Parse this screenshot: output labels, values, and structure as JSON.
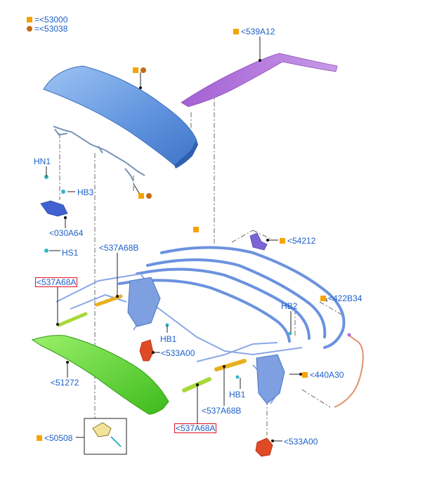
{
  "legend": [
    {
      "marker": "square",
      "text": "=<53000"
    },
    {
      "marker": "circle",
      "text": "=<53038"
    }
  ],
  "callouts": {
    "c539A12": "<539A12",
    "hn1": "HN1",
    "hb3": "HB3",
    "c030A64": "<030A64",
    "hs1": "HS1",
    "c537A68B_top": "<537A68B",
    "c537A68A_left": "<537A68A",
    "c54212": "<54212",
    "hb2": "HB2",
    "c422B34": "<422B34",
    "hb1_top": "HB1",
    "c533A00_left": "<533A00",
    "c51272": "<51272",
    "c440A30": "<440A30",
    "hb1_bottom": "HB1",
    "c537A68B_bottom": "<537A68B",
    "c537A68A_bottom": "<537A68A",
    "c50508": "<50508",
    "c533A00_bottom": "<533A00"
  },
  "colors": {
    "label_blue": "#1c5fc9",
    "marker_square": "#f5a300",
    "marker_circle": "#c66a12",
    "highlight_box": "#e0101f",
    "panel_blue": "#6a9fe6",
    "trim_purple": "#b06ed8",
    "trim_green": "#6cd84a",
    "frame_blue": "#7aa4e8",
    "latch_red": "#e04a25",
    "strip_yellow": "#e8b020",
    "strip_lime": "#a8d83a",
    "cable_orange": "#e0906a"
  }
}
